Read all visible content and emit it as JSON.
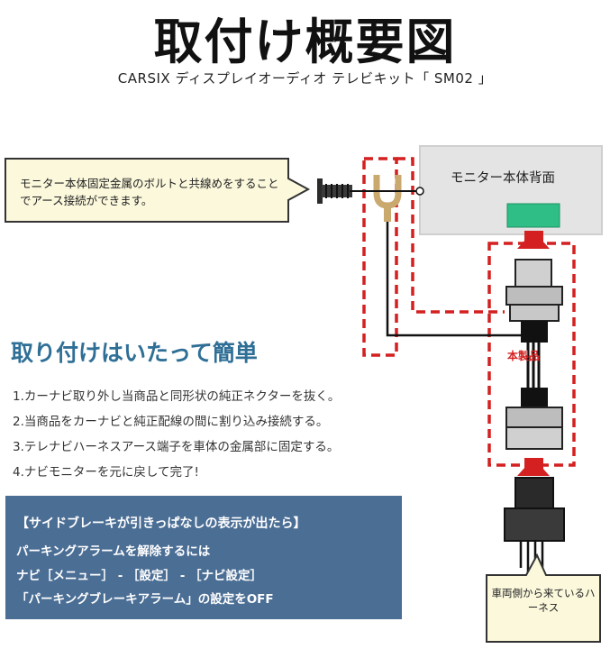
{
  "title": "取付け概要図",
  "subtitle": "CARSIX ディスプレイオーディオ テレビキット「 SM02 」",
  "callout": {
    "text": "モニター本体固定金属のボルトと共線めをすることでアース接続ができます。"
  },
  "monitor": {
    "label": "モニター本体背面"
  },
  "product_label": "本製品",
  "harness_label": "車両側から来ているハーネス",
  "easy_heading": "取り付けはいたって簡単",
  "steps": [
    "1.カーナビ取り外し当商品と同形状の純正ネクターを抜く。",
    "2.当商品をカーナビと純正配線の間に割り込み接続する。",
    "3.テレナビハーネスアース端子を車体の金属部に固定する。",
    "4.ナビモニターを元に戻して完了!"
  ],
  "notice": {
    "heading": "【サイドブレーキが引きっぱなしの表示が出たら】",
    "line1": "パーキングアラームを解除するには",
    "line2": "ナビ［メニュー］ - ［設定］ - ［ナビ設定］",
    "line3": "「パーキングブレーキアラーム」の設定をOFF"
  },
  "colors": {
    "accent_red": "#d42020",
    "heading_blue": "#2f6f96",
    "notice_bg": "#4b6e95",
    "callout_bg": "#fbf8dc",
    "monitor_bg": "#e4e4e4",
    "port_green": "#2fbf86",
    "terminal_gold": "#c9a96e"
  }
}
